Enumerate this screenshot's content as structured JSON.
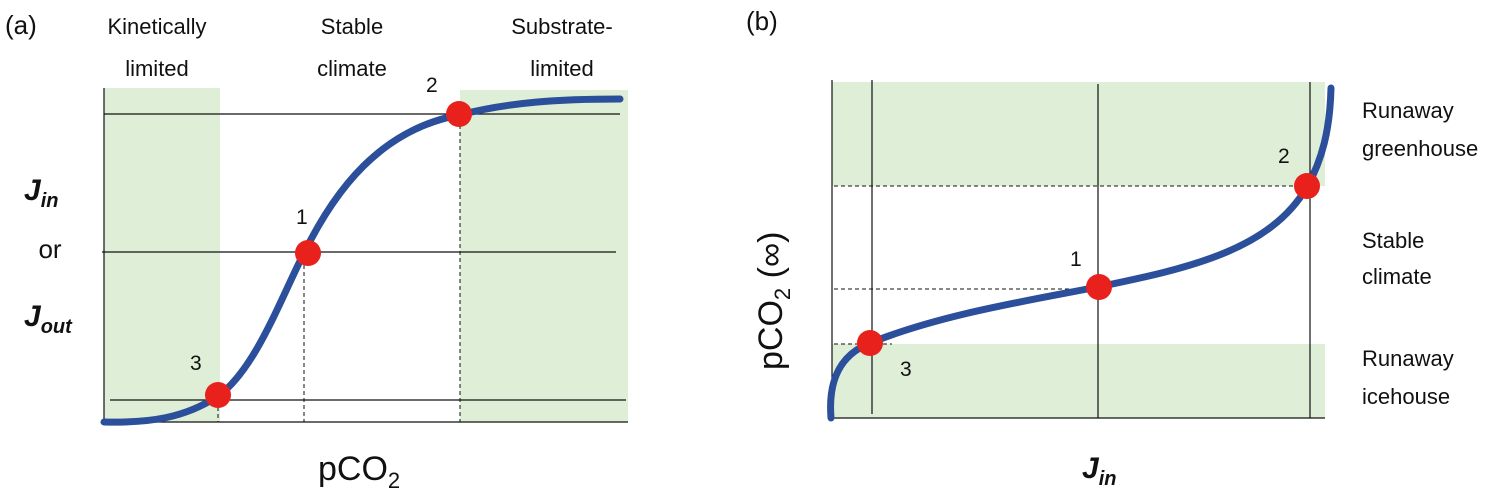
{
  "colors": {
    "curve": "#2b4f9b",
    "point": "#e8211c",
    "region": "#dfeed6",
    "line": "#111111"
  },
  "panel_a": {
    "tag": "(a)",
    "regions": [
      {
        "line1": "Kinetically",
        "line2": "limited"
      },
      {
        "line1": "Stable",
        "line2": "climate"
      },
      {
        "line1": "Substrate-",
        "line2": "limited"
      }
    ],
    "points": [
      "1",
      "2",
      "3"
    ],
    "y_label": {
      "j": "J",
      "in_sub": "in",
      "or": "or",
      "j2": "J",
      "out_sub": "out"
    },
    "x_label": {
      "main": "pCO",
      "sub": "2"
    }
  },
  "panel_b": {
    "tag": "(b)",
    "regions": [
      {
        "line1": "Runaway",
        "line2": "greenhouse"
      },
      {
        "line1": "Stable",
        "line2": "climate"
      },
      {
        "line1": "Runaway",
        "line2": "icehouse"
      }
    ],
    "points": [
      "1",
      "2",
      "3"
    ],
    "y_label": {
      "main": "pCO",
      "sub": "2",
      "suffix": " (∞)"
    },
    "x_label": {
      "j": "J",
      "sub": "in"
    }
  }
}
